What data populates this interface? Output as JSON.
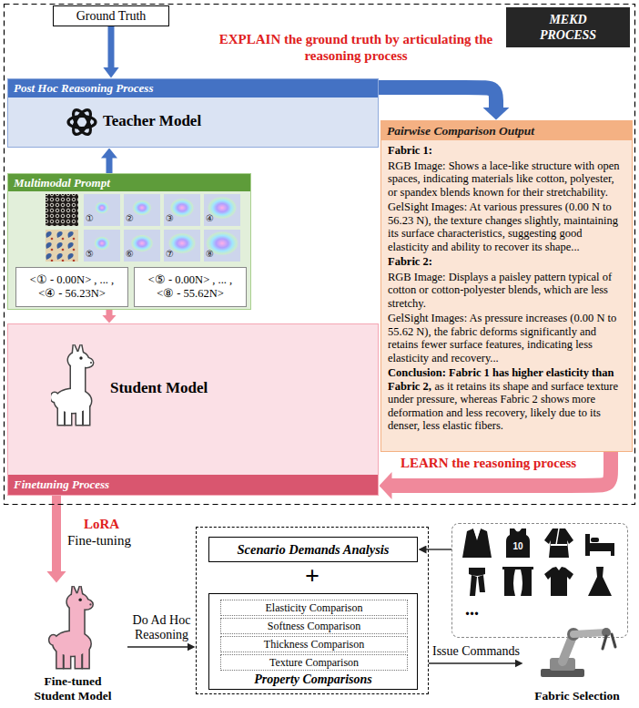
{
  "diagram": {
    "nodes": [
      {
        "text": [
          "Ground Truth"
        ]
      },
      {
        "text": [
          "MEKD PROCESS"
        ]
      },
      {
        "text": [
          "Post Hoc Reasoning Process",
          "Teacher Model"
        ]
      },
      {
        "text": [
          "Pairwise Comparison Output",
          "Fabric 1:",
          "RGB Image: Shows a lace-like structure with open spaces, indicating materials like cotton, polyester, or spandex blends known for their stretchability.",
          "GelSight Images: At various pressures (0.00 N to 56.23 N), the texture changes slightly, maintaining its surface characteristics, suggesting good elasticity and ability to recover its shape...",
          "Fabric 2:",
          "RGB Image: Displays a paisley pattern typical of cotton or cotton-polyester blends, which are less stretchy.",
          "GelSight Images: As pressure increases (0.00 N to 55.62 N), the fabric deforms significantly and retains fewer surface features, indicating less elasticity and recovery...",
          "Conclusion: Fabric 1 has higher elasticity than Fabric 2,",
          "as it retains its shape and surface texture under pressure, whereas Fabric 2 shows more deformation and less recovery, likely due to its denser, less elastic fibers."
        ]
      },
      {
        "text": [
          "Multimodal Prompt"
        ]
      },
      {
        "text": [
          "<① - 0.00N> , ... , <④ - 56.23N>"
        ],
        "in": 4
      },
      {
        "text": [
          "<⑤ - 0.00N> , ... , <⑧ - 55.62N>"
        ],
        "in": 4
      },
      {
        "text": [
          "Student Model",
          "Finetuning Process"
        ]
      },
      {
        "text": [
          "Fine-tuned Student Model"
        ]
      },
      {
        "text": [
          "+"
        ]
      },
      {
        "text": [
          "Scenario Demands Analysis"
        ],
        "in": 9
      },
      {
        "text": [
          "Property Comparisons"
        ],
        "in": 9
      },
      {
        "text": [
          "Elasticity Comparison"
        ],
        "in": 11
      },
      {
        "text": [
          "Softness Comparison"
        ],
        "in": 11
      },
      {
        "text": [
          "Thickness Comparison"
        ],
        "in": 11
      },
      {
        "text": [
          "Texture Comparison"
        ],
        "in": 11
      },
      {
        "text": [
          "..."
        ]
      },
      {
        "text": [
          "Fabric Selection"
        ]
      }
    ],
    "edges": [
      {
        "from": 0,
        "to": 2,
        "arrow": "to"
      },
      {
        "from": 4,
        "to": 2,
        "arrow": "to"
      },
      {
        "from": 2,
        "to": 3,
        "arrow": "to"
      },
      {
        "from": 4,
        "to": 7,
        "arrow": "to"
      },
      {
        "from": 3,
        "to": 7,
        "arrow": "to"
      },
      {
        "from": 7,
        "to": 8,
        "arrow": "to"
      },
      {
        "from": 8,
        "to": 9,
        "label": "Do Ad Hoc Reasoning",
        "arrow": "to"
      },
      {
        "from": 16,
        "to": 10,
        "arrow": "to"
      },
      {
        "from": 9,
        "to": 17,
        "label": "Issue Commands",
        "arrow": "to"
      }
    ],
    "labels": [
      "EXPLAIN the ground truth by articulating the reasoning process",
      "①",
      "②",
      "③",
      "④",
      "⑤",
      "⑥",
      "⑦",
      "⑧",
      "LEARN the reasoning process",
      "LoRA",
      "Fine-tuning",
      "10"
    ]
  }
}
